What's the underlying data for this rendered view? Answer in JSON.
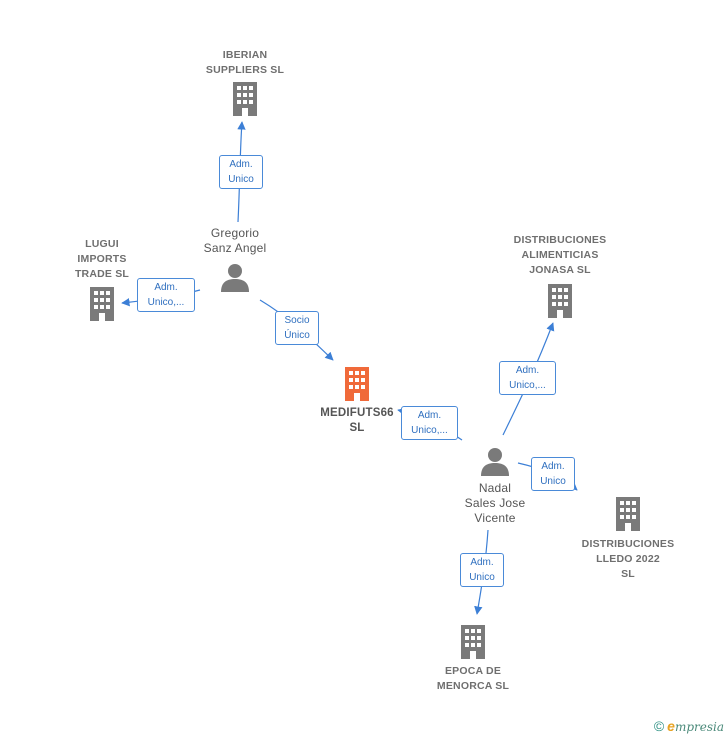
{
  "colors": {
    "edge": "#3c7fd6",
    "building": "#7a7a7a",
    "focus": "#f06a3a",
    "person": "#7a7a7a"
  },
  "nodes": {
    "iberian": {
      "label": "IBERIAN\nSUPPLIERS  SL",
      "icon": "building-icon"
    },
    "lugui": {
      "label": "LUGUI\nIMPORTS\nTRADE  SL",
      "icon": "building-icon"
    },
    "gregorio": {
      "label": "Gregorio\nSanz Angel",
      "icon": "person-icon"
    },
    "medifut": {
      "label": "MEDIFUTS66\nSL",
      "icon": "building-icon"
    },
    "jonasa": {
      "label": "DISTRIBUCIONES\nALIMENTICIAS\nJONASA  SL",
      "icon": "building-icon"
    },
    "nadal": {
      "label": "Nadal\nSales Jose\nVicente",
      "icon": "person-icon"
    },
    "lledo": {
      "label": "DISTRIBUCIONES\nLLEDO 2022\nSL",
      "icon": "building-icon"
    },
    "epoca": {
      "label": "EPOCA DE\nMENORCA  SL",
      "icon": "building-icon"
    }
  },
  "edges": {
    "greg_iberian": "Adm.\nUnico",
    "greg_lugui": "Adm.\nUnico,...",
    "greg_medifut": "Socio\nÚnico",
    "nadal_medifut": "Adm.\nUnico,...",
    "nadal_jonasa": "Adm.\nUnico,...",
    "nadal_lledo": "Adm.\nUnico",
    "nadal_epoca": "Adm.\nUnico"
  },
  "footer": {
    "copyright": "©",
    "brand_initial": "e",
    "brand_rest": "mpresia"
  }
}
